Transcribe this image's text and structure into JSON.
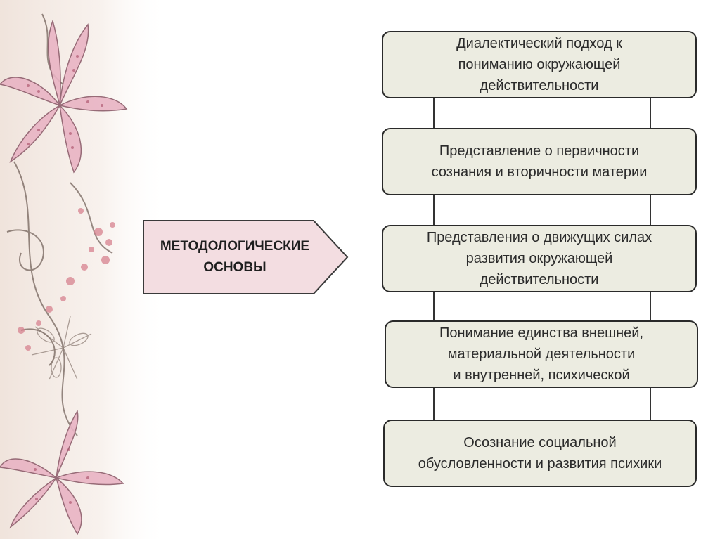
{
  "main_label": "МЕТОДОЛОГИЧЕСКИЕ\nОСНОВЫ",
  "boxes": [
    "Диалектический подход к\nпониманию окружающей\nдействительности",
    "Представление о первичности\nсознания и вторичности материи",
    "Представления о движущих силах\nразвития окружающей\nдействительности",
    "Понимание единства внешней,\nматериальной деятельности\nи внутренней, психической",
    "Осознание социальной\nобусловленности и развития психики"
  ],
  "colors": {
    "box_fill": "#ecece1",
    "box_border": "#2a2a2a",
    "arrow_fill": "#f3dde1",
    "flower_pink": "#e9b4c4",
    "dots": "#d7828f"
  }
}
